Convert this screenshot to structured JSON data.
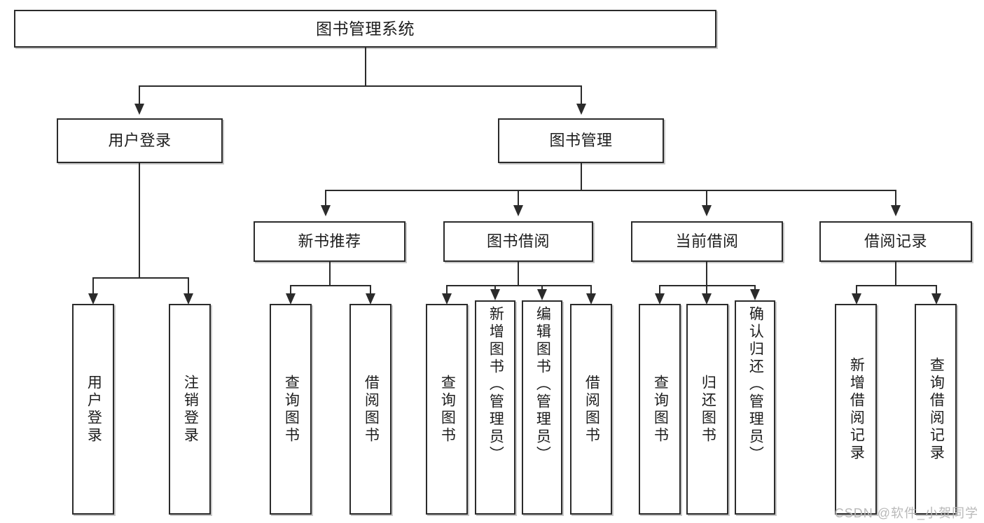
{
  "diagram": {
    "title": "图书管理系统",
    "type": "tree",
    "watermark": "CSDN @软件_小贺同学",
    "accent_color": "#2b2b2b",
    "background_color": "#ffffff",
    "levels": {
      "level1": [
        {
          "id": "root",
          "label": "图书管理系统"
        }
      ],
      "level2": [
        {
          "id": "user-login",
          "label": "用户登录",
          "parent": "root"
        },
        {
          "id": "book-management",
          "label": "图书管理",
          "parent": "root"
        }
      ],
      "level3": [
        {
          "id": "new-book-recommend",
          "label": "新书推荐",
          "parent": "book-management"
        },
        {
          "id": "book-borrow",
          "label": "图书借阅",
          "parent": "book-management"
        },
        {
          "id": "current-borrow",
          "label": "当前借阅",
          "parent": "book-management"
        },
        {
          "id": "borrow-record",
          "label": "借阅记录",
          "parent": "book-management"
        }
      ],
      "leaves": [
        {
          "id": "leaf-user-login",
          "label": "用户登录",
          "parent": "user-login"
        },
        {
          "id": "leaf-logout",
          "label": "注销登录",
          "parent": "user-login"
        },
        {
          "id": "leaf-query-book-1",
          "label": "查询图书",
          "parent": "new-book-recommend"
        },
        {
          "id": "leaf-borrow-book-1",
          "label": "借阅图书",
          "parent": "new-book-recommend"
        },
        {
          "id": "leaf-query-book-2",
          "label": "查询图书",
          "parent": "book-borrow"
        },
        {
          "id": "leaf-add-book",
          "label": "新增图书（管理员）",
          "parent": "book-borrow"
        },
        {
          "id": "leaf-edit-book",
          "label": "编辑图书（管理员）",
          "parent": "book-borrow"
        },
        {
          "id": "leaf-borrow-book-2",
          "label": "借阅图书",
          "parent": "book-borrow"
        },
        {
          "id": "leaf-query-book-3",
          "label": "查询图书",
          "parent": "current-borrow"
        },
        {
          "id": "leaf-return-book",
          "label": "归还图书",
          "parent": "current-borrow"
        },
        {
          "id": "leaf-confirm-return",
          "label": "确认归还（管理员）",
          "parent": "current-borrow"
        },
        {
          "id": "leaf-add-record",
          "label": "新增借阅记录",
          "parent": "borrow-record"
        },
        {
          "id": "leaf-query-record",
          "label": "查询借阅记录",
          "parent": "borrow-record"
        }
      ]
    }
  }
}
